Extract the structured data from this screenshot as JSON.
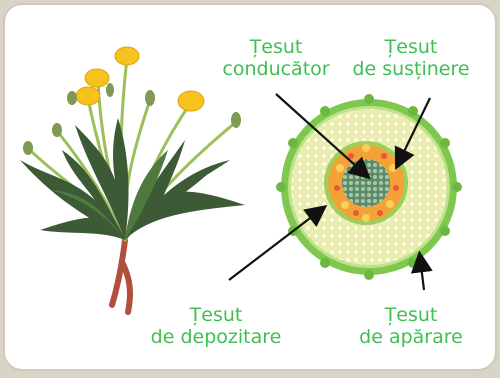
{
  "labels": {
    "conducator": {
      "line1": "Țesut",
      "line2": "conducător"
    },
    "sustinere": {
      "line1": "Țesut",
      "line2": "de susținere"
    },
    "depozitare": {
      "line1": "Țesut",
      "line2": "de depozitare"
    },
    "aparare": {
      "line1": "Țesut",
      "line2": "de apărare"
    }
  },
  "colors": {
    "label_text": "#3fbf52",
    "epidermis": "#7ec850",
    "cortex": "#f2f2b8",
    "vascular_ring": "#f4a238",
    "center": "#4e7d5a",
    "arrow": "#111111"
  }
}
